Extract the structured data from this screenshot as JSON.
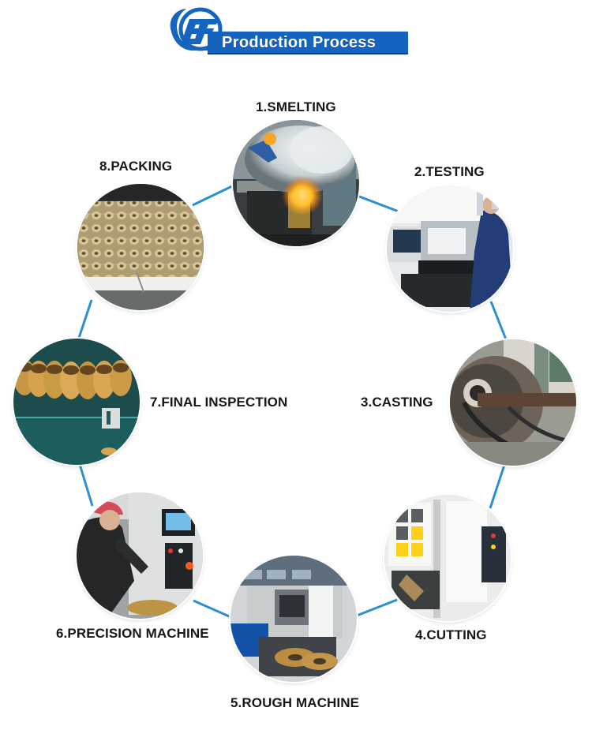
{
  "header": {
    "title": "Production Process",
    "brand_color": "#1565c0"
  },
  "steps": [
    {
      "label": "1.SMELTING"
    },
    {
      "label": "2.TESTING"
    },
    {
      "label": "3.CASTING"
    },
    {
      "label": "4.CUTTING"
    },
    {
      "label": "5.ROUGH MACHINE"
    },
    {
      "label": "6.PRECISION MACHINE"
    },
    {
      "label": "7.FINAL INSPECTION"
    },
    {
      "label": "8.PACKING"
    }
  ],
  "connector_color": "#2b8fd3"
}
